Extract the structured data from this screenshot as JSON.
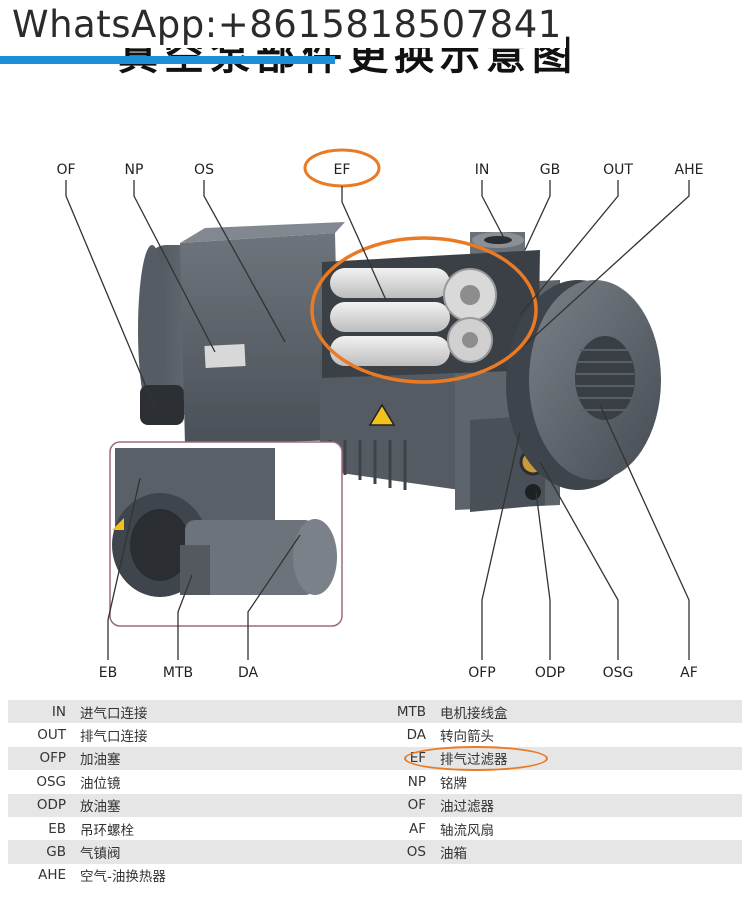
{
  "watermark": "WhatsApp:+8615818507841",
  "heading": "真空泵部件更换示意图",
  "labels": {
    "OF": "OF",
    "NP": "NP",
    "OS": "OS",
    "EF": "EF",
    "IN": "IN",
    "GB": "GB",
    "OUT": "OUT",
    "AHE": "AHE",
    "EB": "EB",
    "MTB": "MTB",
    "DA": "DA",
    "OFP": "OFP",
    "ODP": "ODP",
    "OSG": "OSG",
    "AF": "AF"
  },
  "legend": [
    {
      "code_left": "IN",
      "desc_left": "进气口连接",
      "code_right": "MTB",
      "desc_right": "电机接线盒"
    },
    {
      "code_left": "OUT",
      "desc_left": "排气口连接",
      "code_right": "DA",
      "desc_right": "转向箭头"
    },
    {
      "code_left": "OFP",
      "desc_left": "加油塞",
      "code_right": "EF",
      "desc_right": "排气过滤器"
    },
    {
      "code_left": "OSG",
      "desc_left": "油位镜",
      "code_right": "NP",
      "desc_right": "铭牌"
    },
    {
      "code_left": "ODP",
      "desc_left": "放油塞",
      "code_right": "OF",
      "desc_right": "油过滤器"
    },
    {
      "code_left": "EB",
      "desc_left": "吊环螺栓",
      "code_right": "AF",
      "desc_right": "轴流风扇"
    },
    {
      "code_left": "GB",
      "desc_left": "气镇阀",
      "code_right": "OS",
      "desc_right": "油箱"
    },
    {
      "code_left": "AHE",
      "desc_left": "空气-油换热器",
      "code_right": "",
      "desc_right": ""
    }
  ],
  "colors": {
    "highlight": "#ea7a24",
    "pump_body": "#5b6168",
    "watermark_bar": "#1d8fd6"
  }
}
